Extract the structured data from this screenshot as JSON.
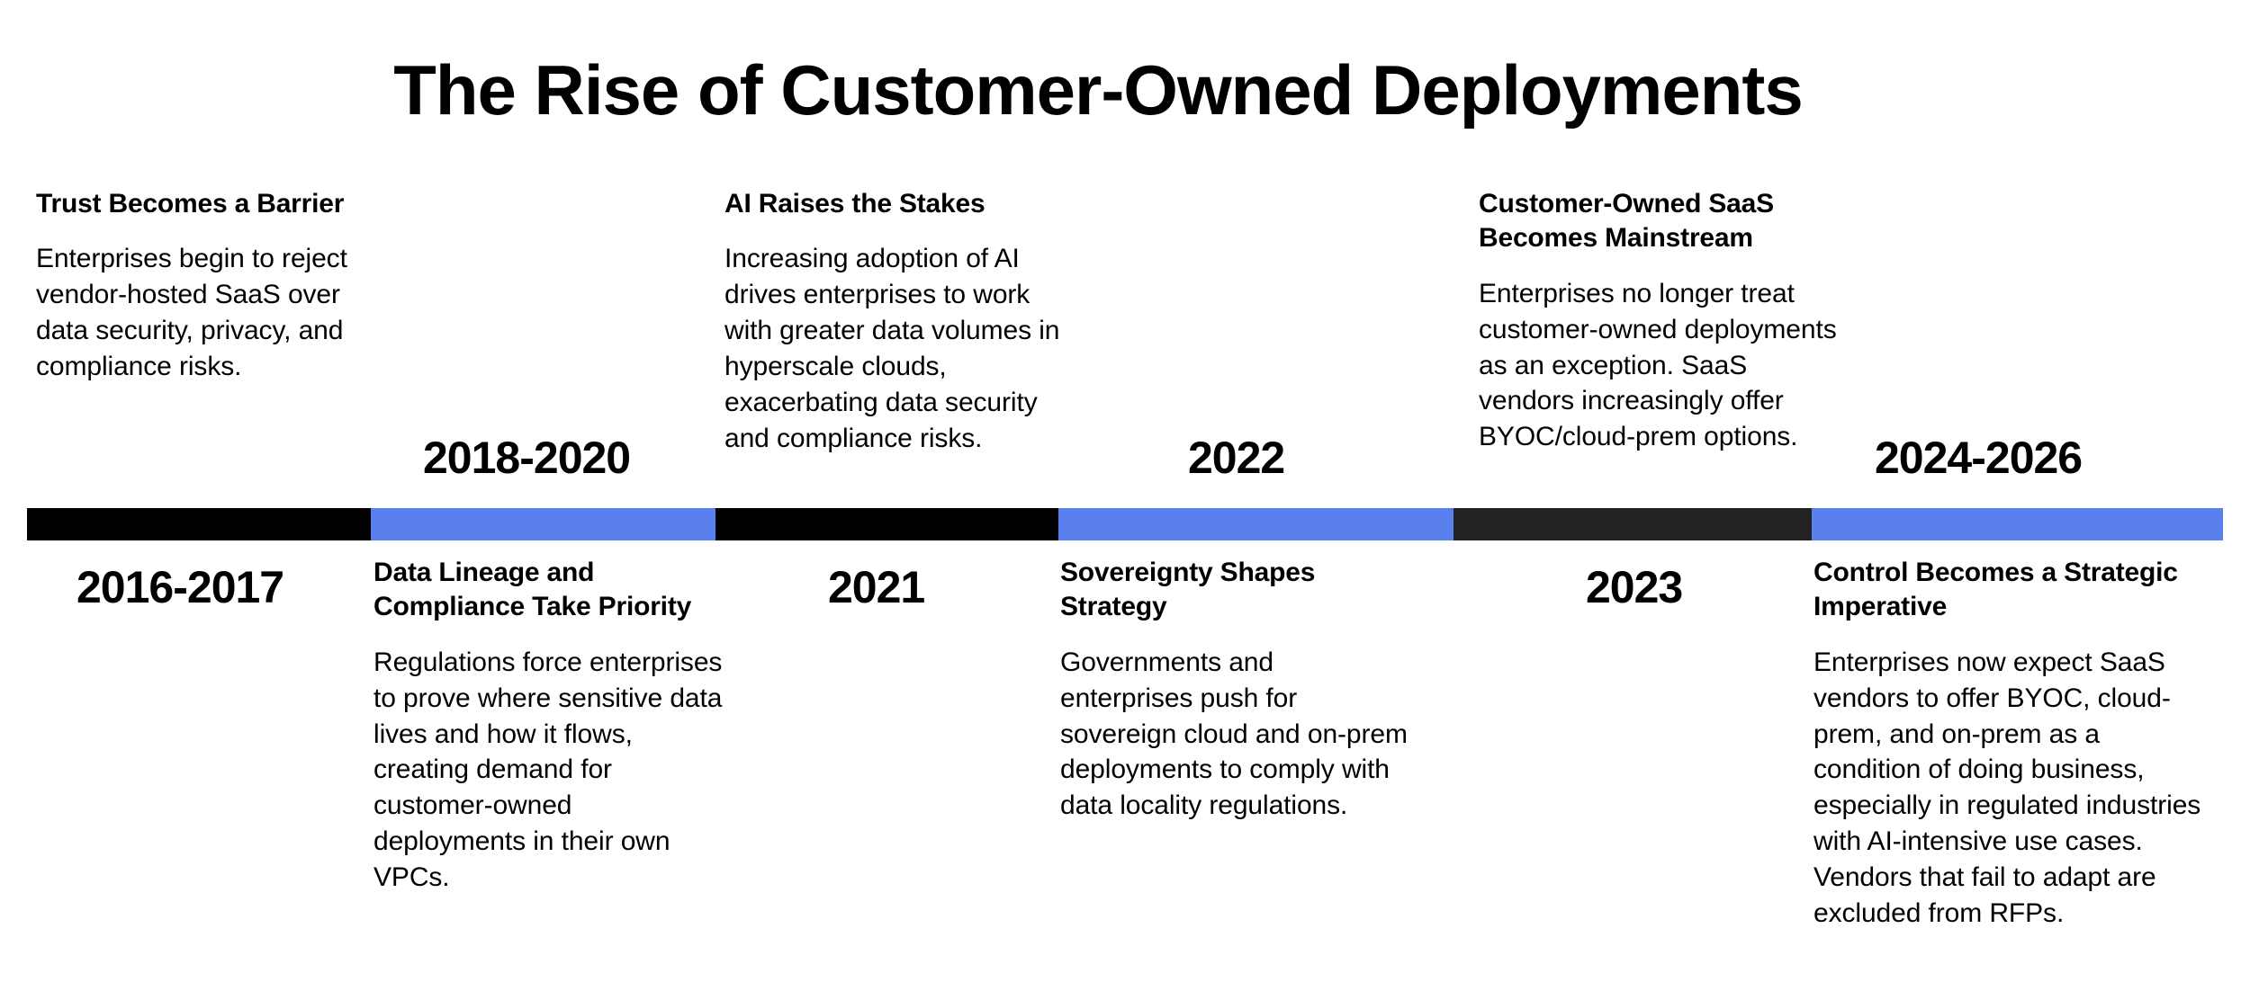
{
  "title": "The Rise of Customer-Owned Deployments",
  "colors": {
    "black": "#000000",
    "dark": "#222222",
    "blue": "#5A80EE",
    "text": "#000000",
    "background": "#FFFFFF"
  },
  "bar": {
    "segments": [
      {
        "name": "segment-2016-2017",
        "color": "#000000"
      },
      {
        "name": "segment-2018-2020",
        "color": "#5A80EE"
      },
      {
        "name": "segment-2021",
        "color": "#000000"
      },
      {
        "name": "segment-2022",
        "color": "#5A80EE"
      },
      {
        "name": "segment-2023",
        "color": "#222222"
      },
      {
        "name": "segment-2024-2026",
        "color": "#5A80EE"
      }
    ]
  },
  "entries": [
    {
      "id": "2016-2017",
      "year": "2016-2017",
      "year_position": "below",
      "text_position": "above",
      "heading": "Trust Becomes a Barrier",
      "body": "Enterprises begin to reject vendor-hosted SaaS over data security, privacy, and compliance risks."
    },
    {
      "id": "2018-2020",
      "year": "2018-2020",
      "year_position": "above",
      "text_position": "below",
      "heading": "Data Lineage and Compliance Take Priority",
      "body": "Regulations force enterprises to prove where sensitive data lives and how it flows, creating demand for customer-owned deployments in their own VPCs."
    },
    {
      "id": "2021",
      "year": "2021",
      "year_position": "below",
      "text_position": "above",
      "heading": "AI Raises the Stakes",
      "body": "Increasing adoption of AI drives enterprises to work with greater data volumes in hyperscale clouds, exacerbating data security and compliance risks."
    },
    {
      "id": "2022",
      "year": "2022",
      "year_position": "above",
      "text_position": "below",
      "heading": "Sovereignty Shapes Strategy",
      "body": "Governments and enterprises push for sovereign cloud and on-prem deployments to comply with data locality regulations."
    },
    {
      "id": "2023",
      "year": "2023",
      "year_position": "below",
      "text_position": "above",
      "heading": "Customer-Owned SaaS Becomes Mainstream",
      "body": "Enterprises no longer treat customer-owned deployments as an exception. SaaS vendors increasingly offer BYOC/cloud-prem options."
    },
    {
      "id": "2024-2026",
      "year": "2024-2026",
      "year_position": "above",
      "text_position": "below",
      "heading": "Control Becomes a Strategic Imperative",
      "body": "Enterprises now expect SaaS vendors to offer BYOC, cloud-prem, and on-prem as a condition of doing business, especially in regulated industries with AI-intensive use cases. Vendors that fail to adapt are excluded from RFPs."
    }
  ]
}
